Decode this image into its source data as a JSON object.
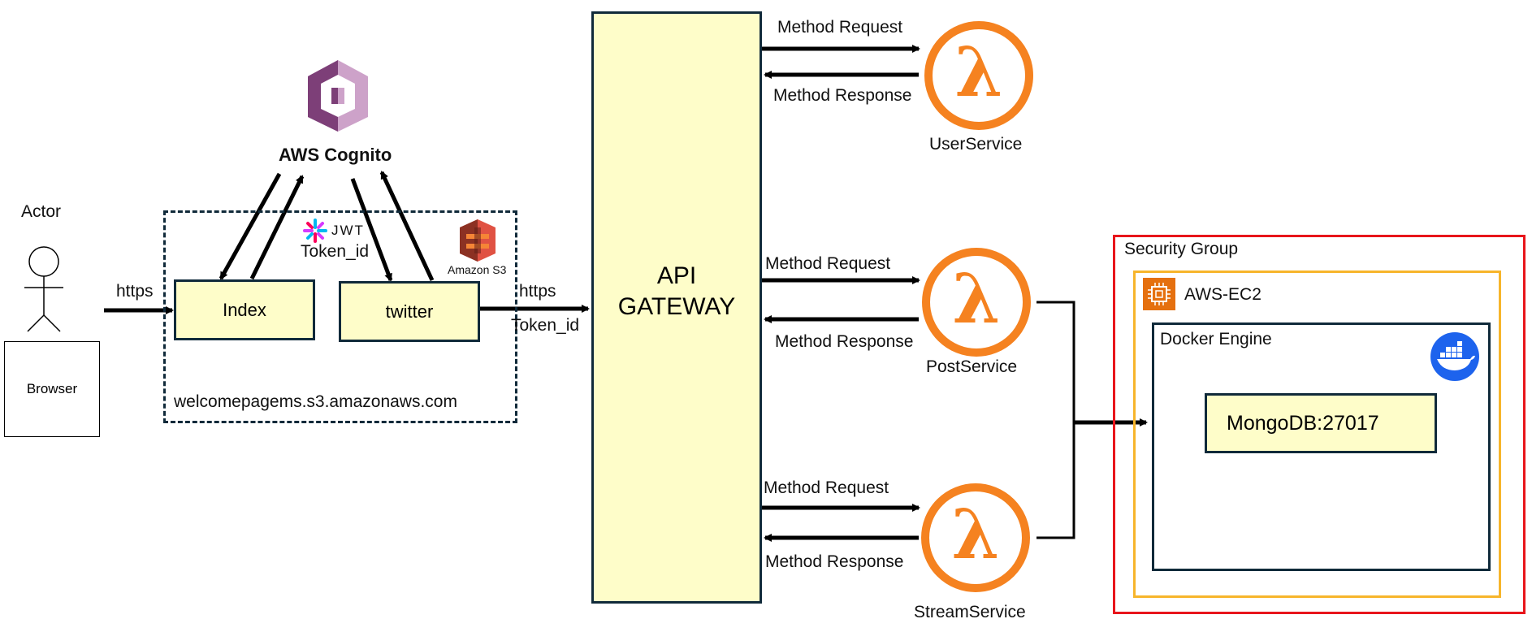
{
  "actor": {
    "label": "Actor",
    "browser_label": "Browser"
  },
  "s3_site": {
    "domain_label": "welcomepagems.s3.amazonaws.com",
    "s3_label": "Amazon S3",
    "jwt_label": "JWT",
    "token_label": "Token_id",
    "index_label": "Index",
    "twitter_label": "twitter"
  },
  "cognito": {
    "label": "AWS Cognito"
  },
  "edges": {
    "browser_to_index": "https",
    "twitter_to_gateway_line1": "https",
    "twitter_to_gateway_line2": "Token_id"
  },
  "gateway": {
    "line1": "API",
    "line2": "GATEWAY"
  },
  "services": [
    {
      "name": "UserService",
      "request_label": "Method Request",
      "response_label": "Method Response"
    },
    {
      "name": "PostService",
      "request_label": "Method Request",
      "response_label": "Method Response"
    },
    {
      "name": "StreamService",
      "request_label": "Method Request",
      "response_label": "Method Response"
    }
  ],
  "security_group": {
    "label": "Security Group",
    "ec2_label": "AWS-EC2",
    "docker_label": "Docker Engine",
    "db_label": "MongoDB:27017"
  },
  "colors": {
    "box_fill": "#fefdc9",
    "box_border": "#102a3a",
    "lambda_orange": "#f58220",
    "security_group_red": "#e8151b",
    "ec2_border": "#f7b52b",
    "cognito_purple": "#8c4f8c",
    "s3_red": "#d13b2a",
    "docker_blue": "#1d63ed"
  }
}
